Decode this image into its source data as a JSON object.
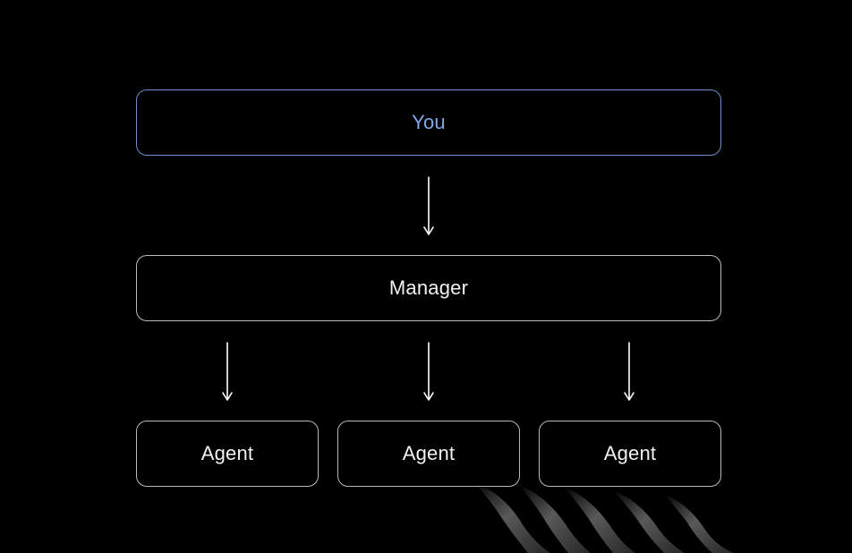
{
  "nodes": {
    "top": {
      "label": "You",
      "color": "#7ea7ea",
      "border": "#6f8fc9"
    },
    "middle": {
      "label": "Manager"
    },
    "bottom": [
      {
        "label": "Agent"
      },
      {
        "label": "Agent"
      },
      {
        "label": "Agent"
      }
    ]
  },
  "edges": [
    {
      "from": "You",
      "to": "Manager"
    },
    {
      "from": "Manager",
      "to": "Agent"
    },
    {
      "from": "Manager",
      "to": "Agent"
    },
    {
      "from": "Manager",
      "to": "Agent"
    }
  ],
  "colors": {
    "background": "#000000",
    "box_border": "#b9b9b9",
    "text": "#f2f2f2",
    "arrow": "#ffffff"
  }
}
